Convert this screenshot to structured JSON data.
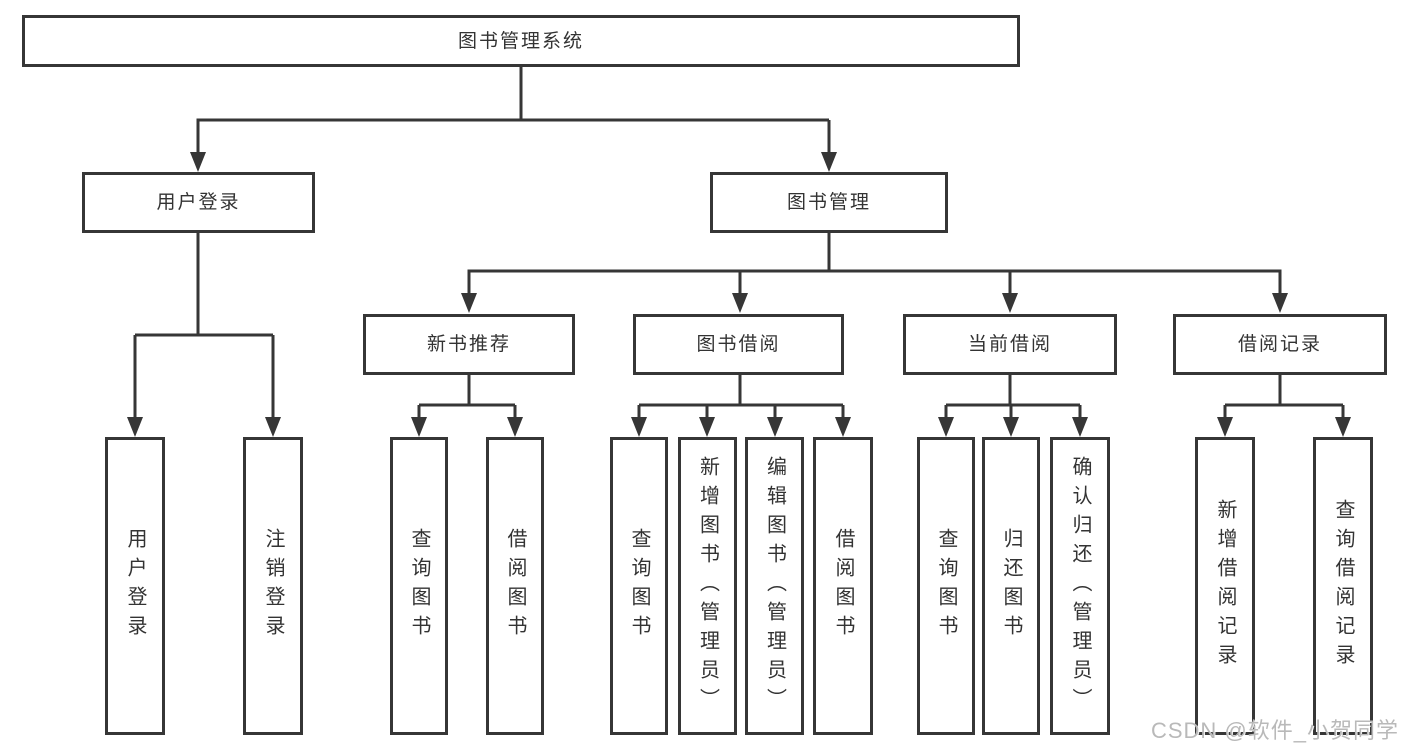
{
  "colors": {
    "line": "#363636",
    "node_border": "#363636",
    "node_text": "#333333",
    "watermark_text": "#b9b9b9",
    "background": "#ffffff"
  },
  "tree": {
    "root": {
      "label": "图书管理系统"
    },
    "branches": [
      {
        "label": "用户登录",
        "children": [
          {
            "label": "用户登录"
          },
          {
            "label": "注销登录"
          }
        ]
      },
      {
        "label": "图书管理",
        "sections": [
          {
            "label": "新书推荐",
            "children": [
              {
                "label": "查询图书"
              },
              {
                "label": "借阅图书"
              }
            ]
          },
          {
            "label": "图书借阅",
            "children": [
              {
                "label": "查询图书"
              },
              {
                "label": "新增图书（管理员）"
              },
              {
                "label": "编辑图书（管理员）"
              },
              {
                "label": "借阅图书"
              }
            ]
          },
          {
            "label": "当前借阅",
            "children": [
              {
                "label": "查询图书"
              },
              {
                "label": "归还图书"
              },
              {
                "label": "确认归还（管理员）"
              }
            ]
          },
          {
            "label": "借阅记录",
            "children": [
              {
                "label": "新增借阅记录"
              },
              {
                "label": "查询借阅记录"
              }
            ]
          }
        ]
      }
    ]
  },
  "watermark": {
    "text": "CSDN @软件_小贺同学"
  }
}
